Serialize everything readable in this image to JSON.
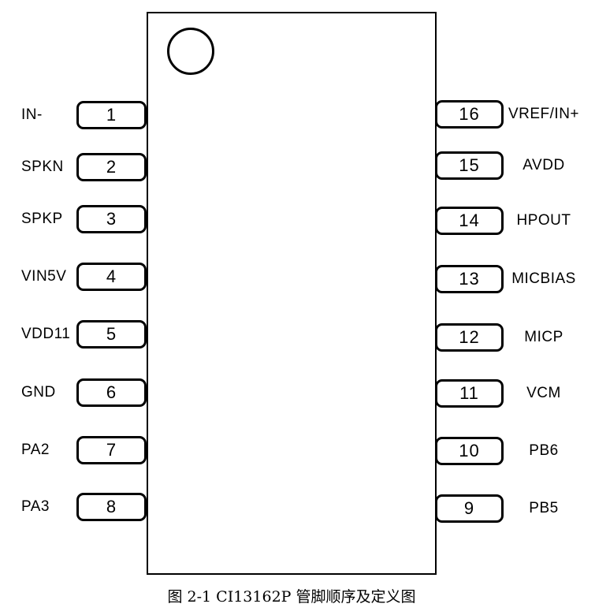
{
  "figure": {
    "caption": "图 2-1 CI13162P 管脚顺序及定义图"
  },
  "pins": {
    "left": [
      {
        "number": "1",
        "label": "IN-"
      },
      {
        "number": "2",
        "label": "SPKN"
      },
      {
        "number": "3",
        "label": "SPKP"
      },
      {
        "number": "4",
        "label": "VIN5V"
      },
      {
        "number": "5",
        "label": "VDD11"
      },
      {
        "number": "6",
        "label": "GND"
      },
      {
        "number": "7",
        "label": "PA2"
      },
      {
        "number": "8",
        "label": "PA3"
      }
    ],
    "right": [
      {
        "number": "16",
        "label": "VREF/IN+"
      },
      {
        "number": "15",
        "label": "AVDD"
      },
      {
        "number": "14",
        "label": "HPOUT"
      },
      {
        "number": "13",
        "label": "MICBIAS"
      },
      {
        "number": "12",
        "label": "MICP"
      },
      {
        "number": "11",
        "label": "VCM"
      },
      {
        "number": "10",
        "label": "PB6"
      },
      {
        "number": "9",
        "label": "PB5"
      }
    ]
  },
  "colors": {
    "line": "#000000",
    "background": "#ffffff"
  }
}
